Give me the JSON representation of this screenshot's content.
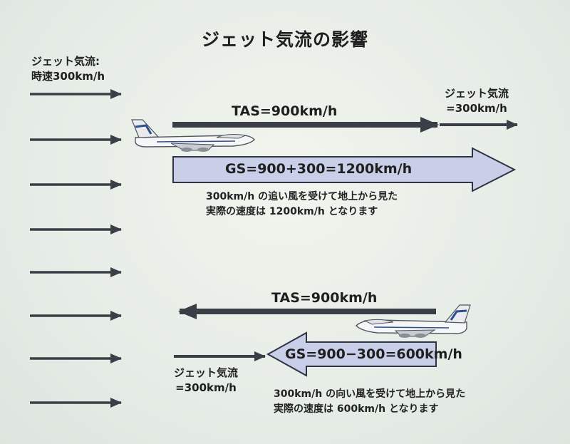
{
  "title": "ジェット気流の影響",
  "left_label": {
    "line1": "ジェット気流:",
    "line2": "時速300km/h"
  },
  "upper": {
    "tas_label": "TAS=900km/h",
    "jet_label_line1": "ジェット気流",
    "jet_label_line2": "=300km/h",
    "gs_label": "GS=900+300=1200km/h",
    "note_line1": "300km/h の追い風を受けて地上から見た",
    "note_line2": "実際の速度は 1200km/h となります"
  },
  "lower": {
    "tas_label": "TAS=900km/h",
    "gs_label": "GS=900−300=600km/h",
    "jet_label_line1": "ジェット気流",
    "jet_label_line2": "=300km/h",
    "note_line1": "300km/h の向い風を受けて地上から見た",
    "note_line2": "実際の速度は 600km/h となります"
  },
  "colors": {
    "arrow": "#3a3f47",
    "gs_fill": "#c9cfe8",
    "gs_stroke": "#2f3342",
    "text": "#1f1f1f"
  },
  "icons": [
    "airplane-icon-right",
    "airplane-icon-left"
  ]
}
